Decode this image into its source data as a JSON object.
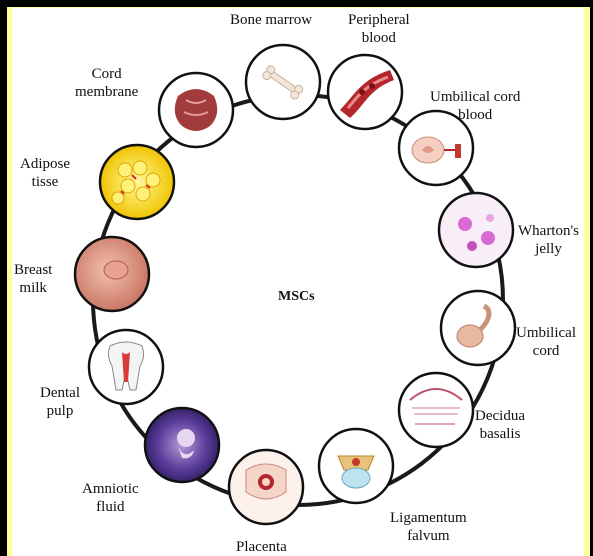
{
  "center": "MSCs",
  "sources": [
    {
      "id": "bone-marrow",
      "lines": [
        "Bone marrow"
      ]
    },
    {
      "id": "peripheral-blood",
      "lines": [
        "Peripheral",
        "blood"
      ]
    },
    {
      "id": "umbilical-cord-blood",
      "lines": [
        "Umbilical cord",
        "blood"
      ]
    },
    {
      "id": "whartons-jelly",
      "lines": [
        "Wharton's",
        "jelly"
      ]
    },
    {
      "id": "umbilical-cord",
      "lines": [
        "Umbilical",
        "cord"
      ]
    },
    {
      "id": "decidua-basalis",
      "lines": [
        "Decidua",
        "basalis"
      ]
    },
    {
      "id": "ligamentum-falvum",
      "lines": [
        "Ligamentum",
        "falvum"
      ]
    },
    {
      "id": "placenta",
      "lines": [
        "Placenta"
      ]
    },
    {
      "id": "amniotic-fluid",
      "lines": [
        "Amniotic",
        "fluid"
      ]
    },
    {
      "id": "dental-pulp",
      "lines": [
        "Dental",
        "pulp"
      ]
    },
    {
      "id": "breast-milk",
      "lines": [
        "Breast",
        "milk"
      ]
    },
    {
      "id": "adipose-tisse",
      "lines": [
        "Adipose",
        "tisse"
      ]
    },
    {
      "id": "cord-membrane",
      "lines": [
        "Cord",
        "membrane"
      ]
    }
  ],
  "colors": {
    "frame": "#000000",
    "background": "#ffff99",
    "ring": "#1a1a1a"
  }
}
